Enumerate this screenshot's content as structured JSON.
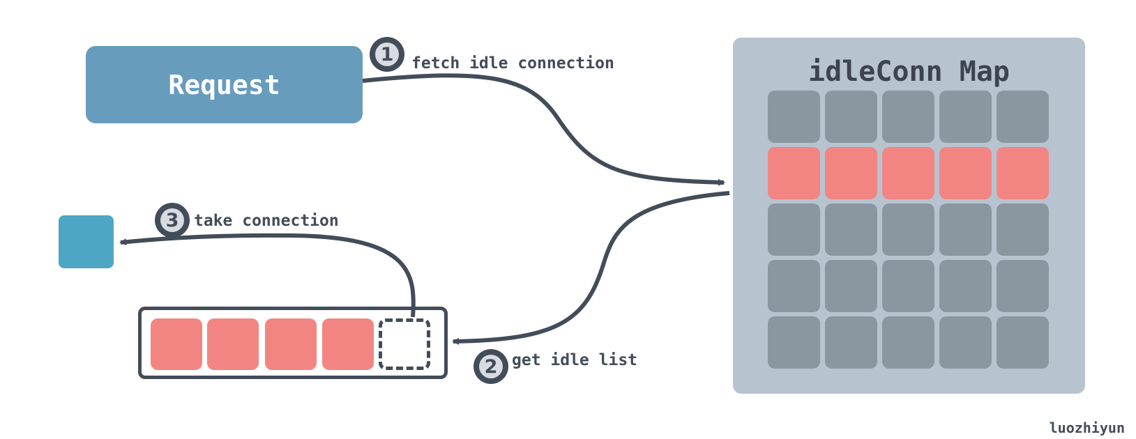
{
  "request": {
    "label": "Request"
  },
  "idle_conn_map": {
    "title": "idleConn Map",
    "rows": 5,
    "columns": 5,
    "highlighted_row": 2
  },
  "idle_list": {
    "filled_slots": 4,
    "empty_slots": 1
  },
  "steps": [
    {
      "number": "1",
      "label": "fetch idle connection"
    },
    {
      "number": "2",
      "label": "get idle list"
    },
    {
      "number": "3",
      "label": "take connection"
    }
  ],
  "author": "luozhiyun",
  "colors": {
    "request": "#679cbd",
    "map_panel": "#b7c3cf",
    "cell": "#8a96a0",
    "highlight": "#f28582",
    "connection": "#4ea6c5",
    "stroke": "#434c59"
  }
}
